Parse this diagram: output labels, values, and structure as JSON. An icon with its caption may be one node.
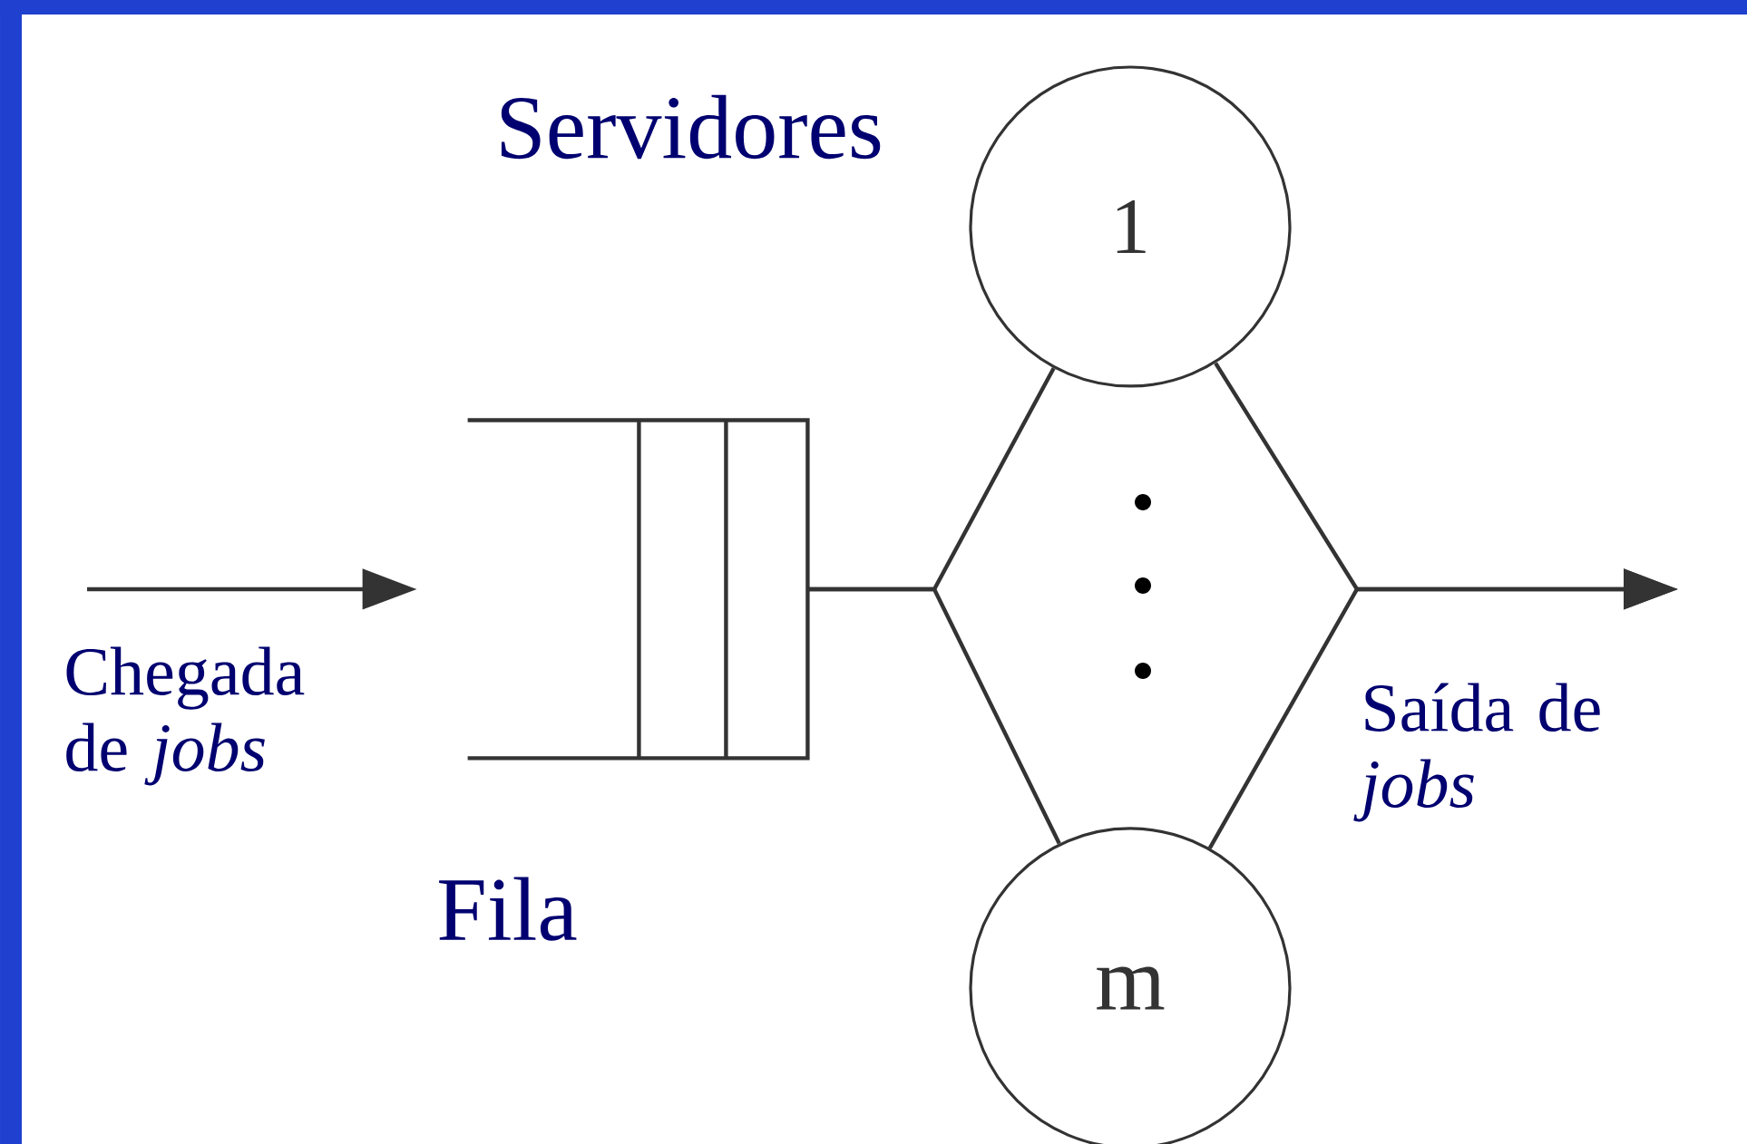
{
  "diagram": {
    "nodes": [
      {
        "text": [],
        "shape": "box",
        "beside": [
          "Fila"
        ]
      },
      {
        "text": [
          "1"
        ]
      },
      {
        "text": [
          "m"
        ]
      }
    ],
    "edges": [
      {
        "from": null,
        "to": 0,
        "arrow": "to"
      },
      {
        "from": 0,
        "to": 1,
        "arrow": "none"
      },
      {
        "from": 0,
        "to": 2,
        "arrow": "none"
      },
      {
        "from": 1,
        "to": null,
        "arrow": "to"
      },
      {
        "from": 2,
        "to": null,
        "arrow": "to"
      }
    ],
    "labels": [
      "Servidores",
      "Chegada de *jobs*",
      "Saída de *jobs*"
    ]
  }
}
